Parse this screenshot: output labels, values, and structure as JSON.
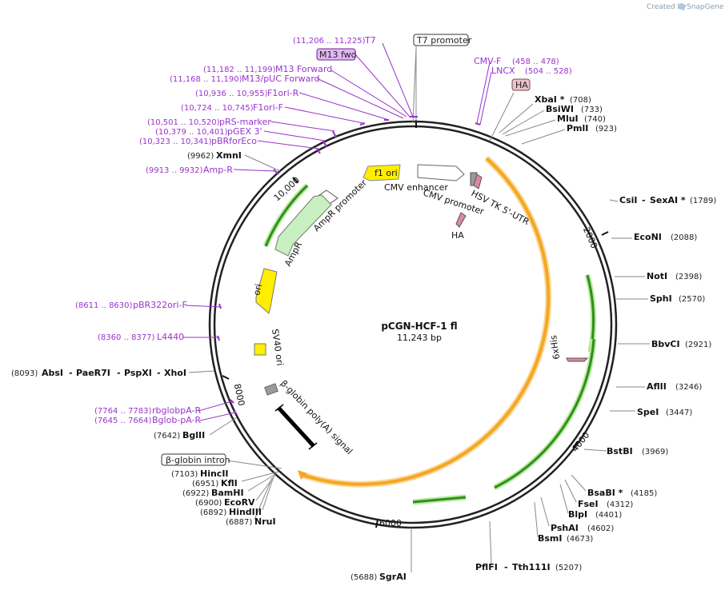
{
  "credit": {
    "text": "Created by",
    "brand": "SnapGene"
  },
  "plasmid": {
    "name": "pCGN-HCF-1 fl",
    "size": "11,243 bp"
  },
  "ticks": [
    "2000",
    "4000",
    "6000",
    "8000",
    "10,000"
  ],
  "enzymes": {
    "xbai": {
      "name": "XbaI *",
      "pos": "(708)"
    },
    "bsiwi": {
      "name": "BsiWI",
      "pos": "(733)"
    },
    "mlui": {
      "name": "MluI",
      "pos": "(740)"
    },
    "pmli": {
      "name": "PmlI",
      "pos": "(923)"
    },
    "csii": {
      "name": "CsiI",
      "sep": "-",
      "name2": "SexAI *",
      "pos": "(1789)"
    },
    "econi": {
      "name": "EcoNI",
      "pos": "(2088)"
    },
    "noti": {
      "name": "NotI",
      "pos": "(2398)"
    },
    "sphi": {
      "name": "SphI",
      "pos": "(2570)"
    },
    "bbvci": {
      "name": "BbvCI",
      "pos": "(2921)"
    },
    "aflii": {
      "name": "AflII",
      "pos": "(3246)"
    },
    "spei": {
      "name": "SpeI",
      "pos": "(3447)"
    },
    "bstbi": {
      "name": "BstBI",
      "pos": "(3969)"
    },
    "bsabi": {
      "name": "BsaBI *",
      "pos": "(4185)"
    },
    "fsei": {
      "name": "FseI",
      "pos": "(4312)"
    },
    "blpi": {
      "name": "BlpI",
      "pos": "(4401)"
    },
    "pshai": {
      "name": "PshAI",
      "pos": "(4602)"
    },
    "bsmi": {
      "name": "BsmI",
      "pos": "(4673)"
    },
    "pflfi": {
      "name": "PflFI",
      "sep": "-",
      "name2": "Tth111I",
      "pos": "(5207)"
    },
    "sgrai": {
      "name": "SgrAI",
      "pos": "(5688)"
    },
    "nrui": {
      "name": "NruI",
      "pos": "(6887)"
    },
    "hindiii": {
      "name": "HindIII",
      "pos": "(6892)"
    },
    "ecorv": {
      "name": "EcoRV",
      "pos": "(6900)"
    },
    "bamhi": {
      "name": "BamHI",
      "pos": "(6922)"
    },
    "kfli": {
      "name": "KflI",
      "pos": "(6951)"
    },
    "hincii": {
      "name": "HincII",
      "pos": "(7103)"
    },
    "bglii": {
      "name": "BglII",
      "pos": "(7642)"
    },
    "absi": {
      "pos": "(8093)",
      "name": "AbsI",
      "sep": "-",
      "name2": "PaeR7I",
      "sep2": "-",
      "name3": "PspXI",
      "sep3": "-",
      "name4": "XhoI"
    },
    "xmni": {
      "pos": "(9962)",
      "name": "XmnI"
    }
  },
  "primers": {
    "t7": {
      "pos": "(11,206 .. 11,225)",
      "name": "T7"
    },
    "m13fwd": {
      "name": "M13 fwd"
    },
    "m13forward": {
      "pos": "(11,182 .. 11,199)",
      "name": "M13 Forward"
    },
    "m13puc": {
      "pos": "(11,168 .. 11,190)",
      "name": "M13/pUC Forward"
    },
    "f1orir": {
      "pos": "(10,936 .. 10,955)",
      "name": "F1ori-R"
    },
    "f1orif": {
      "pos": "(10,724 .. 10,745)",
      "name": "F1ori-F"
    },
    "prsmarker": {
      "pos": "(10,501 .. 10,520)",
      "name": "pRS-marker"
    },
    "pgex3": {
      "pos": "(10,379 .. 10,401)",
      "name": "pGEX 3'"
    },
    "pbrforeco": {
      "pos": "(10,323 .. 10,341)",
      "name": "pBRforEco"
    },
    "ampr": {
      "pos": "(9913 .. 9932)",
      "name": "Amp-R"
    },
    "cmvf": {
      "name": "CMV-F",
      "pos": "(458 .. 478)"
    },
    "lncx": {
      "name": "LNCX",
      "pos": "(504 .. 528)"
    },
    "pbr322orif": {
      "pos": "(8611 .. 8630)",
      "name": "pBR322ori-F"
    },
    "l4440": {
      "pos": "(8360 .. 8377)",
      "name": "L4440"
    },
    "rbglobpar": {
      "pos": "(7764 .. 7783)",
      "name": "rbglobpA-R"
    },
    "bglobpar": {
      "pos": "(7645 .. 7664)",
      "name": "Bglob-pA-R"
    }
  },
  "boxed": {
    "t7promoter": "T7 promoter",
    "ha": "HA",
    "bglobin_intron": "β-globin intron"
  },
  "features": {
    "f1ori": "f1 ori",
    "cmv_enhancer": "CMV enhancer",
    "cmv_promoter": "CMV promoter",
    "hsv_tk": "HSV TK 5'-UTR",
    "ha_inner": "HA",
    "ampr_promoter": "AmpR promoter",
    "ampr": "AmpR",
    "ori": "ori",
    "sv40ori": "SV40 ori",
    "bglobin_polya": "β-globin poly(A) signal",
    "his6": "6xHis"
  },
  "colors": {
    "purple": "#9933cc",
    "orange": "#f5a623",
    "green": "#2f8f1f",
    "yellow": "#ffee00",
    "lightgreen": "#c8f0c0"
  }
}
